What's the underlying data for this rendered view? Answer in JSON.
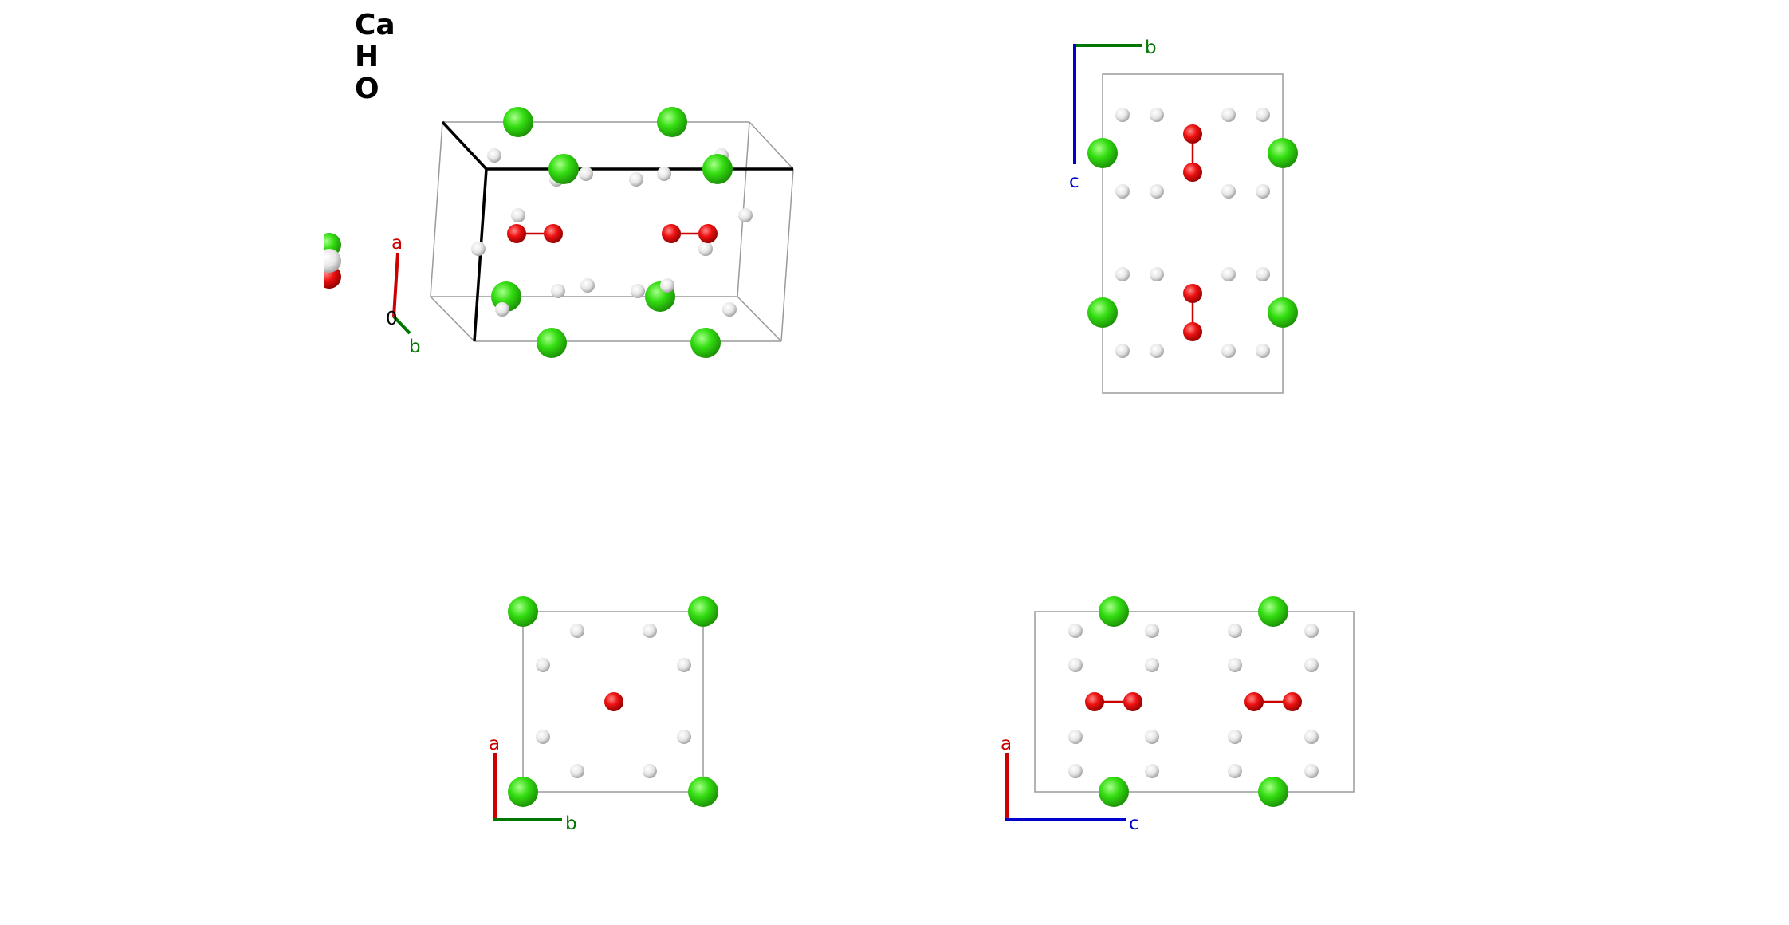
{
  "legend": {
    "elements": [
      {
        "symbol": "Ca",
        "color": "#33dd11"
      },
      {
        "symbol": "H",
        "color": "#eeeeee"
      },
      {
        "symbol": "O",
        "color": "#ee1111"
      }
    ]
  },
  "axes": {
    "a": {
      "label": "a",
      "color": "#cc0000"
    },
    "b": {
      "label": "b",
      "color": "#007700"
    },
    "c": {
      "label": "c",
      "color": "#0000cc"
    },
    "origin_label": "0"
  },
  "views": [
    {
      "id": "perspective",
      "axes_shown": [
        "a",
        "b"
      ]
    },
    {
      "id": "view-bc",
      "axes_shown": [
        "b",
        "c"
      ]
    },
    {
      "id": "view-ab",
      "axes_shown": [
        "a",
        "b"
      ]
    },
    {
      "id": "view-ac",
      "axes_shown": [
        "a",
        "c"
      ]
    }
  ]
}
